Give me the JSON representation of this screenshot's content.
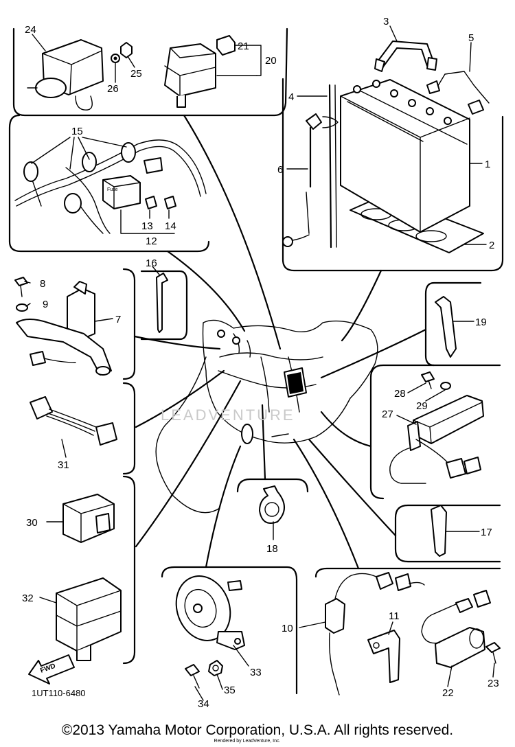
{
  "diagram": {
    "part_labels": {
      "p1": "1",
      "p2": "2",
      "p3": "3",
      "p4": "4",
      "p5": "5",
      "p6": "6",
      "p7": "7",
      "p8": "8",
      "p9": "9",
      "p10": "10",
      "p11": "11",
      "p12": "12",
      "p13": "13",
      "p14": "14",
      "p15": "15",
      "p16": "16",
      "p17": "17",
      "p18": "18",
      "p19": "19",
      "p20": "20",
      "p21": "21",
      "p22": "22",
      "p23": "23",
      "p24": "24",
      "p25": "25",
      "p26": "26",
      "p27": "27",
      "p28": "28",
      "p29": "29",
      "p30": "30",
      "p31": "31",
      "p32": "32",
      "p33": "33",
      "p34": "34",
      "p35": "35"
    },
    "fuse_text": "Fuse",
    "fwd_text": "FWD",
    "diagram_code": "1UT110-6480",
    "watermark": "LEADVENTURE"
  },
  "footer": {
    "copyright": "©2013 Yamaha Motor Corporation, U.S.A. All rights reserved.",
    "rendered_by": "Rendered by LeadVenture, Inc."
  }
}
